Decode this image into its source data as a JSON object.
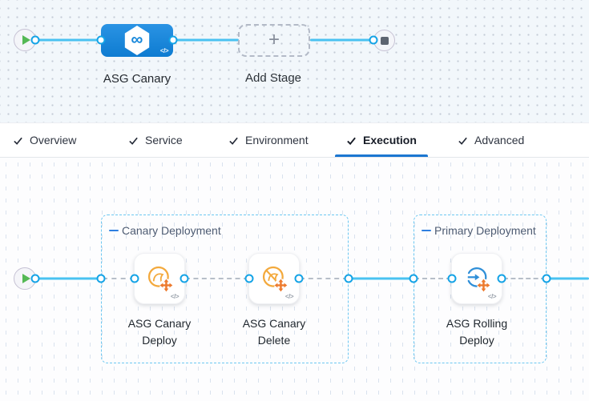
{
  "pipeline_graph": {
    "stage": {
      "name": "ASG Canary"
    },
    "add_stage": {
      "label": "Add Stage"
    },
    "yaml_badge": "</>"
  },
  "tabs": {
    "active": "Execution",
    "items": [
      {
        "label": "Overview",
        "checked": true
      },
      {
        "label": "Service",
        "checked": true
      },
      {
        "label": "Environment",
        "checked": true
      },
      {
        "label": "Execution",
        "checked": true
      },
      {
        "label": "Advanced",
        "checked": true
      }
    ]
  },
  "execution_graph": {
    "groups": [
      {
        "title": "Canary Deployment",
        "steps": [
          {
            "name": "ASG Canary Deploy",
            "icon": "asg-canary-deploy-icon"
          },
          {
            "name": "ASG Canary Delete",
            "icon": "asg-canary-delete-icon"
          }
        ]
      },
      {
        "title": "Primary Deployment",
        "steps": [
          {
            "name": "ASG Rolling Deploy",
            "icon": "asg-rolling-deploy-icon"
          }
        ]
      }
    ],
    "yaml_badge": "</>"
  },
  "icons": {
    "infinity_glyph": "∞",
    "plus_glyph": "+"
  },
  "colors": {
    "connector_blue": "#49c2f1",
    "dot_ring_blue": "#14a3e6",
    "stage_node_blue": "#1486da",
    "tab_underline_blue": "#1b76d1",
    "group_border_blue": "#6cc7f1",
    "group_dash_blue": "#2e7fe0",
    "icon_orange": "#f3a93c",
    "icon_cross_orange": "#ed7a2d",
    "icon_blue": "#2f8fd8",
    "play_green": "#54b854",
    "stop_grey": "#5d6470",
    "stage_canvas_bg": "#f2f7fb",
    "exec_canvas_bg": "#fdfdfe"
  }
}
